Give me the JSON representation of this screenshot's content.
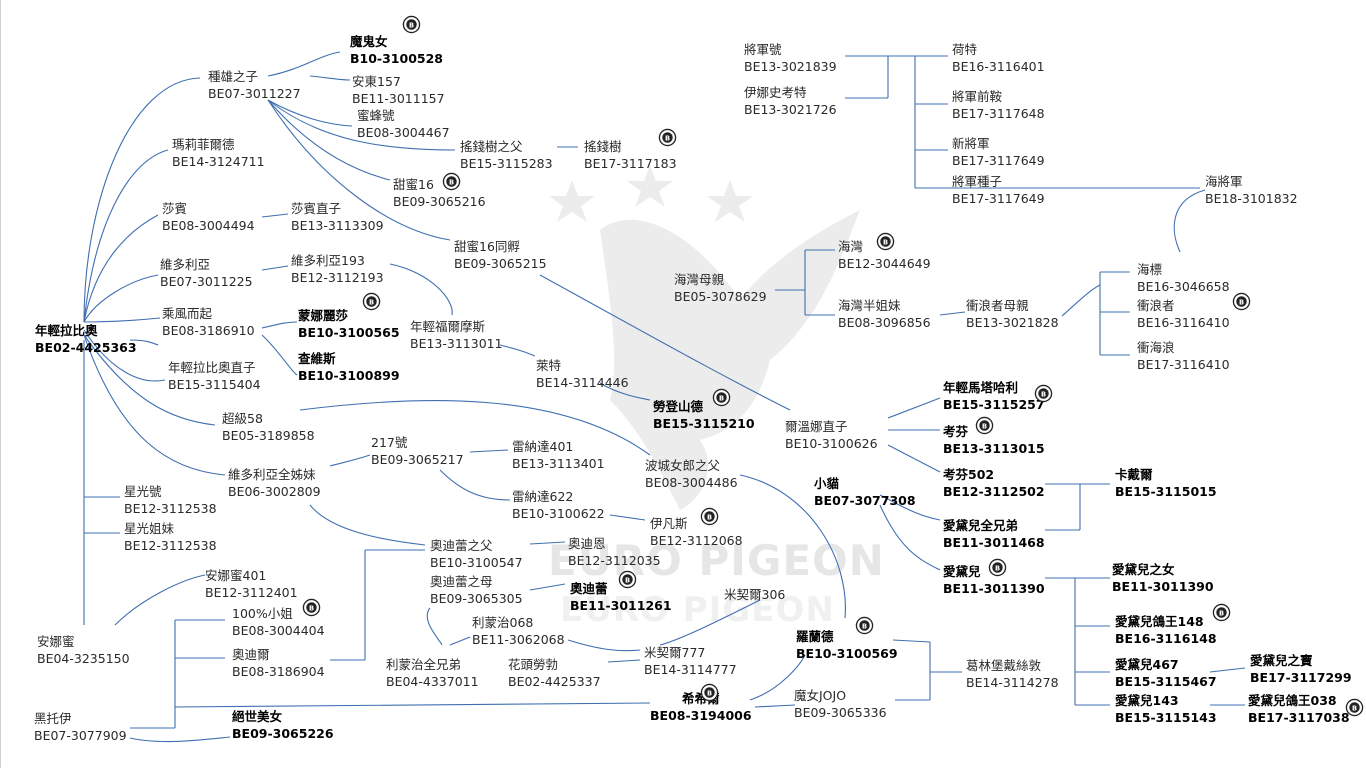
{
  "watermark": {
    "line1": "EURO PIGEON",
    "line2": "EURO PIGEON"
  },
  "nodes": [
    {
      "id": "n1",
      "name": "魔鬼女",
      "ring": "B10-3100528",
      "bold": true
    },
    {
      "id": "n2",
      "name": "種雄之子",
      "ring": "BE07-3011227"
    },
    {
      "id": "n3",
      "name": "安東157",
      "ring": "BE11-3011157"
    },
    {
      "id": "n4",
      "name": "蜜蜂號",
      "ring": "BE08-3004467"
    },
    {
      "id": "n5",
      "name": "瑪莉菲爾德",
      "ring": "BE14-3124711"
    },
    {
      "id": "n6",
      "name": "搖錢樹之父",
      "ring": "BE15-3115283"
    },
    {
      "id": "n7",
      "name": "搖錢樹",
      "ring": "BE17-3117183"
    },
    {
      "id": "n8",
      "name": "甜蜜16",
      "ring": "BE09-3065216"
    },
    {
      "id": "n9",
      "name": "莎賓",
      "ring": "BE08-3004494"
    },
    {
      "id": "n10",
      "name": "莎賓直子",
      "ring": "BE13-3113309"
    },
    {
      "id": "n11",
      "name": "甜蜜16同孵",
      "ring": "BE09-3065215"
    },
    {
      "id": "n12",
      "name": "維多利亞",
      "ring": "BE07-3011225"
    },
    {
      "id": "n13",
      "name": "維多利亞193",
      "ring": "BE12-3112193"
    },
    {
      "id": "n14",
      "name": "乘風而起",
      "ring": "BE08-3186910"
    },
    {
      "id": "n15",
      "name": "蒙娜麗莎",
      "ring": "BE10-3100565",
      "bold": true
    },
    {
      "id": "n16",
      "name": "年輕福爾摩斯",
      "ring": "BE13-3113011"
    },
    {
      "id": "n17",
      "name": "年輕拉比奧",
      "ring": "BE02-4425363",
      "bold": true
    },
    {
      "id": "n18",
      "name": "查維斯",
      "ring": "BE10-3100899",
      "bold": true
    },
    {
      "id": "n19",
      "name": "年輕拉比奧直子",
      "ring": "BE15-3115404"
    },
    {
      "id": "n20",
      "name": "萊特",
      "ring": "BE14-3114446"
    },
    {
      "id": "n21",
      "name": "勞登山德",
      "ring": "BE15-3115210",
      "bold": true
    },
    {
      "id": "n22",
      "name": "超級58",
      "ring": "BE05-3189858"
    },
    {
      "id": "n23",
      "name": "217號",
      "ring": "BE09-3065217"
    },
    {
      "id": "n24",
      "name": "雷納達401",
      "ring": "BE13-3113401"
    },
    {
      "id": "n25",
      "name": "波城女郎之父",
      "ring": "BE08-3004486"
    },
    {
      "id": "n26",
      "name": "維多利亞全姊妹",
      "ring": "BE06-3002809"
    },
    {
      "id": "n27",
      "name": "星光號",
      "ring": "BE12-3112538"
    },
    {
      "id": "n28",
      "name": "雷納達622",
      "ring": "BE10-3100622"
    },
    {
      "id": "n29",
      "name": "伊凡斯",
      "ring": "BE12-3112068"
    },
    {
      "id": "n30",
      "name": "星光姐妹",
      "ring": "BE12-3112538"
    },
    {
      "id": "n31",
      "name": "奧迪蕾之父",
      "ring": "BE10-3100547"
    },
    {
      "id": "n32",
      "name": "奧迪恩",
      "ring": "BE12-3112035"
    },
    {
      "id": "n33",
      "name": "奧迪蕾之母",
      "ring": "BE09-3065305"
    },
    {
      "id": "n34",
      "name": "奧迪蕾",
      "ring": "BE11-3011261",
      "bold": true
    },
    {
      "id": "n35",
      "name": "安娜蜜401",
      "ring": "BE12-3112401"
    },
    {
      "id": "n36",
      "name": "100%小姐",
      "ring": "BE08-3004404"
    },
    {
      "id": "n37",
      "name": "安娜蜜",
      "ring": "BE04-3235150"
    },
    {
      "id": "n38",
      "name": "奧迪爾",
      "ring": "BE08-3186904"
    },
    {
      "id": "n39",
      "name": "利蒙治068",
      "ring": "BE11-3062068"
    },
    {
      "id": "n40",
      "name": "利蒙治全兄弟",
      "ring": "BE04-4337011"
    },
    {
      "id": "n41",
      "name": "花頭勞勃",
      "ring": "BE02-4425337"
    },
    {
      "id": "n42",
      "name": "米契爾306",
      "ring": ""
    },
    {
      "id": "n43",
      "name": "米契爾777",
      "ring": "BE14-3114777"
    },
    {
      "id": "n44",
      "name": "黑托伊",
      "ring": "BE07-3077909"
    },
    {
      "id": "n45",
      "name": "絕世美女",
      "ring": "BE09-3065226",
      "bold": true
    },
    {
      "id": "n46",
      "name": "希希爾",
      "ring": "BE08-3194006",
      "bold": true
    },
    {
      "id": "n47",
      "name": "將軍號",
      "ring": "BE13-3021839"
    },
    {
      "id": "n48",
      "name": "伊娜史考特",
      "ring": "BE13-3021726"
    },
    {
      "id": "n49",
      "name": "荷特",
      "ring": "BE16-3116401"
    },
    {
      "id": "n50",
      "name": "將軍前鞍",
      "ring": "BE17-3117648"
    },
    {
      "id": "n51",
      "name": "新將軍",
      "ring": "BE17-3117649"
    },
    {
      "id": "n52",
      "name": "將軍種子",
      "ring": "BE17-3117649"
    },
    {
      "id": "n53",
      "name": "海將軍",
      "ring": "BE18-3101832"
    },
    {
      "id": "n54",
      "name": "海灣",
      "ring": "BE12-3044649"
    },
    {
      "id": "n55",
      "name": "海灣母親",
      "ring": "BE05-3078629"
    },
    {
      "id": "n56",
      "name": "海灣半姐妹",
      "ring": "BE08-3096856"
    },
    {
      "id": "n57",
      "name": "衝浪者母親",
      "ring": "BE13-3021828"
    },
    {
      "id": "n58",
      "name": "海標",
      "ring": "BE16-3046658"
    },
    {
      "id": "n59",
      "name": "衝浪者",
      "ring": "BE16-3116410"
    },
    {
      "id": "n60",
      "name": "衝海浪",
      "ring": "BE17-3116410"
    },
    {
      "id": "n61",
      "name": "年輕馬塔哈利",
      "ring": "BE15-3115257",
      "bold": true
    },
    {
      "id": "n62",
      "name": "爾溫娜直子",
      "ring": "BE10-3100626"
    },
    {
      "id": "n63",
      "name": "考芬",
      "ring": "BE13-3113015",
      "bold": true
    },
    {
      "id": "n64",
      "name": "考芬502",
      "ring": "BE12-3112502",
      "bold": true
    },
    {
      "id": "n65",
      "name": "卡戴爾",
      "ring": "BE15-3115015",
      "bold": true
    },
    {
      "id": "n66",
      "name": "小貓",
      "ring": "BE07-3077308",
      "bold": true
    },
    {
      "id": "n67",
      "name": "愛黛兒全兄弟",
      "ring": "BE11-3011468",
      "bold": true
    },
    {
      "id": "n68",
      "name": "愛黛兒",
      "ring": "BE11-3011390",
      "bold": true
    },
    {
      "id": "n69",
      "name": "愛黛兒之女",
      "ring": "BE11-3011390",
      "bold": true
    },
    {
      "id": "n70",
      "name": "愛黛兒鴿王148",
      "ring": "BE16-3116148",
      "bold": true
    },
    {
      "id": "n71",
      "name": "愛黛兒467",
      "ring": "BE15-3115467",
      "bold": true
    },
    {
      "id": "n72",
      "name": "愛黛兒之寶",
      "ring": "BE17-3117299",
      "bold": true
    },
    {
      "id": "n73",
      "name": "愛黛兒143",
      "ring": "BE15-3115143",
      "bold": true
    },
    {
      "id": "n74",
      "name": "愛黛兒鴿王038",
      "ring": "BE17-3117038",
      "bold": true
    },
    {
      "id": "n75",
      "name": "羅蘭德",
      "ring": "BE10-3100569",
      "bold": true
    },
    {
      "id": "n76",
      "name": "葛林堡戴絲敦",
      "ring": "BE14-3114278"
    },
    {
      "id": "n77",
      "name": "魔女JOJO",
      "ring": "BE09-3065336"
    }
  ],
  "medals": [
    "medal-icon"
  ]
}
